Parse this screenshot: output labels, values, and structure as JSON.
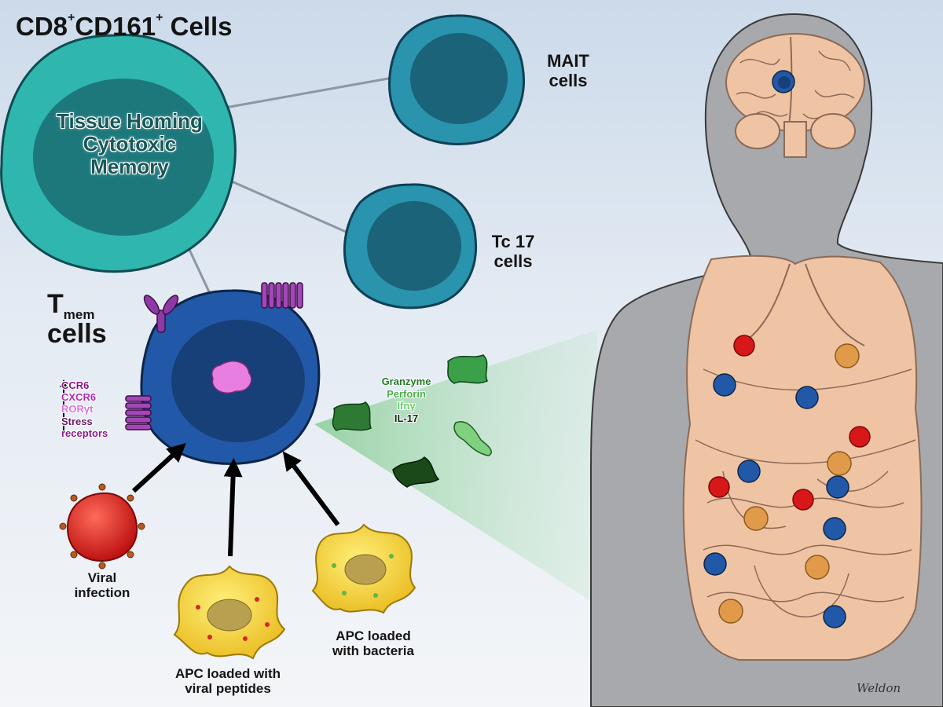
{
  "title": {
    "main": "CD8",
    "sup1": "+",
    "mid": "CD161",
    "sup2": "+",
    "end": " Cells"
  },
  "central_cell": {
    "line1": "Tissue Homing",
    "line2": "Cytotoxic",
    "line3": "Memory"
  },
  "subsets": [
    {
      "line1": "MAIT",
      "line2": "cells"
    },
    {
      "line1": "Tc 17",
      "line2": "cells"
    }
  ],
  "tmem": {
    "big": "T",
    "sub": "mem",
    "line2": "cells"
  },
  "markers": [
    {
      "text": "CCR6",
      "color": "#8b1a8b"
    },
    {
      "text": "CXCR6",
      "color": "#b32ab3"
    },
    {
      "text": "RORγt",
      "color": "#e070e0"
    },
    {
      "text": "Stress",
      "color": "#6a1a6a"
    },
    {
      "text": "receptors",
      "color": "#8b1a8b"
    }
  ],
  "effectors": [
    {
      "text": "Granzyme",
      "color": "#1e7a22"
    },
    {
      "text": "Perforin",
      "color": "#4ab04a"
    },
    {
      "text": "Ifnγ",
      "color": "#6fcc6f"
    },
    {
      "text": "IL-17",
      "color": "#0c2e0c"
    }
  ],
  "stimuli": [
    {
      "line1": "Viral",
      "line2": "infection"
    },
    {
      "line1": "APC loaded with",
      "line2": "viral peptides"
    },
    {
      "line1": "APC loaded",
      "line2": "with bacteria"
    }
  ],
  "signature": "Weldon",
  "colors": {
    "memory_cell": "#2fb6ae",
    "subset_cell": "#2a93ad",
    "tmem_cell": "#2258a8",
    "virus": "#d81818",
    "apc": "#f2d02a",
    "tissue": "#efc4a4",
    "silhouette": "#a7a9ad"
  }
}
